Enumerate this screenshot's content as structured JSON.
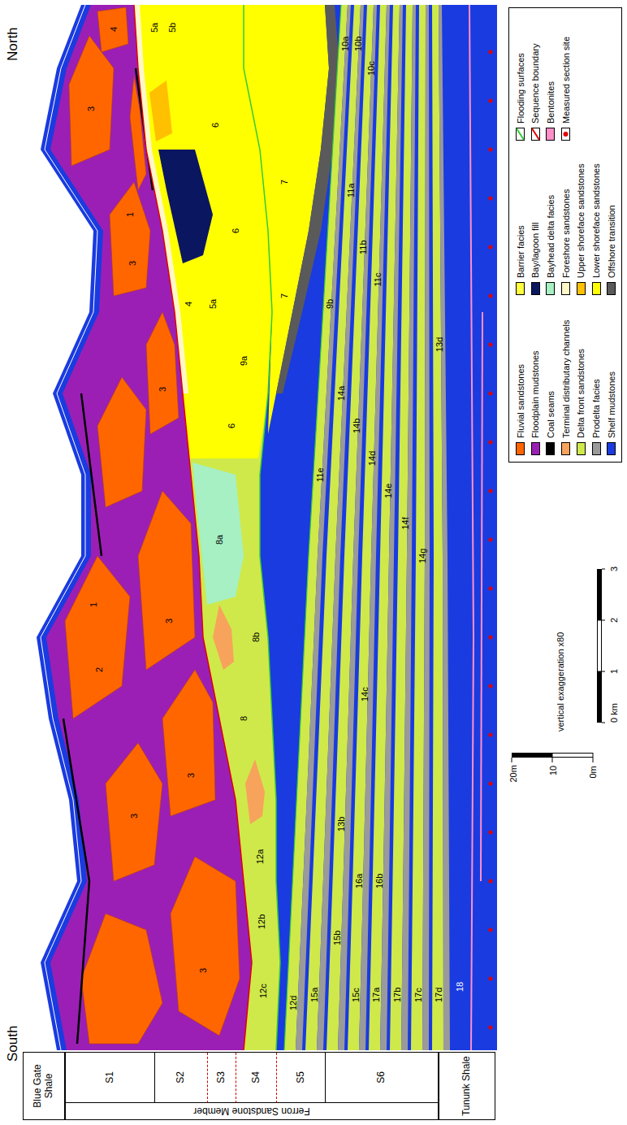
{
  "diagram": {
    "nodes": [
      {
        "text": [
          "Blue Gate Shale"
        ]
      },
      {
        "text": [
          "Ferron Sandstone Member"
        ]
      },
      {
        "text": [
          "S1"
        ],
        "in": 1
      },
      {
        "text": [
          "S2"
        ],
        "in": 1
      },
      {
        "text": [
          "S3"
        ],
        "in": 1
      },
      {
        "text": [
          "S4"
        ],
        "in": 1
      },
      {
        "text": [
          "S5"
        ],
        "in": 1
      },
      {
        "text": [
          "S6"
        ],
        "in": 1
      },
      {
        "text": [
          "Tununk Shale"
        ]
      }
    ],
    "labels": [
      "South",
      "North",
      "1",
      "2",
      "3",
      "3",
      "3",
      "3",
      "3",
      "3",
      "3",
      "1",
      "4",
      "4",
      "5a",
      "5a",
      "5b",
      "6",
      "6",
      "6",
      "7",
      "7",
      "8",
      "8a",
      "8b",
      "9a",
      "9b",
      "10a",
      "10b",
      "10c",
      "11a",
      "11b",
      "11c",
      "11e",
      "12a",
      "12b",
      "12c",
      "12d",
      "13b",
      "13d",
      "14a",
      "14b",
      "14c",
      "14d",
      "14e",
      "14f",
      "14g",
      "15a",
      "15b",
      "15c",
      "16a",
      "16b",
      "17a",
      "17b",
      "17c",
      "17d",
      "18",
      "20m",
      "10",
      "0m",
      "vertical exaggeration x80",
      "0 km",
      "1",
      "2",
      "3"
    ],
    "legend": [
      {
        "text": "Fluvial sandstones",
        "color": "#ff6600"
      },
      {
        "text": "Floodplain mudstones",
        "color": "#9b1fb5"
      },
      {
        "text": "Coal seams",
        "color": "#000000"
      },
      {
        "text": "Terminal distributary channels",
        "color": "#f7a35c"
      },
      {
        "text": "Delta front sandstones",
        "color": "#cfe94a"
      },
      {
        "text": "Prodelta facies",
        "color": "#9a9a9a"
      },
      {
        "text": "Shelf mudstones",
        "color": "#1a3be0"
      },
      {
        "text": "Barrier facies",
        "color": "#ffff40"
      },
      {
        "text": "Bay/lagoon fill",
        "color": "#0b1660"
      },
      {
        "text": "Bayhead delta facies",
        "color": "#a6f0c4"
      },
      {
        "text": "Foreshore sandstones",
        "color": "#fff7c8"
      },
      {
        "text": "Upper shoreface sandstones",
        "color": "#ffc000"
      },
      {
        "text": "Lower shoreface sandstones",
        "color": "#ffff00"
      },
      {
        "text": "Offshore transition",
        "color": "#5a5a5a"
      },
      {
        "text": "Flooding surfaces"
      },
      {
        "text": "Sequence boundary"
      },
      {
        "text": "Bentonites",
        "color": "#ff8fc8"
      },
      {
        "text": "Measured section site"
      }
    ]
  }
}
